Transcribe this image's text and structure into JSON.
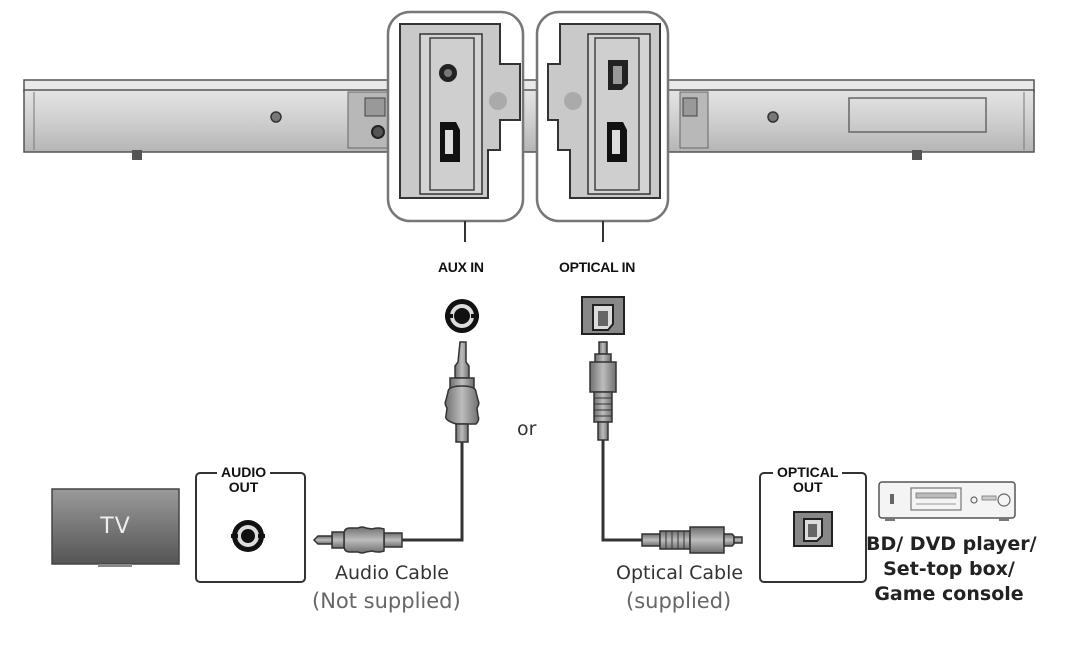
{
  "labels": {
    "aux_in": "AUX IN",
    "optical_in": "OPTICAL IN",
    "or": "or",
    "tv": "TV"
  },
  "audio_out_box": {
    "line1": "AUDIO",
    "line2": "OUT"
  },
  "optical_out_box": {
    "line1": "OPTICAL",
    "line2": "OUT"
  },
  "audio_cable": {
    "name": "Audio Cable",
    "note": "(Not supplied)"
  },
  "optical_cable": {
    "name": "Optical Cable",
    "note": "(supplied)"
  },
  "source_device": {
    "line1": "BD/ DVD player/",
    "line2": "Set-top box/",
    "line3": "Game console"
  },
  "colors": {
    "soundbar": "#c8c8c8",
    "soundbar_edge": "#555555",
    "cable": "#333333",
    "plug": "#8a8a8a",
    "tv_screen": "#6f6f6f"
  }
}
